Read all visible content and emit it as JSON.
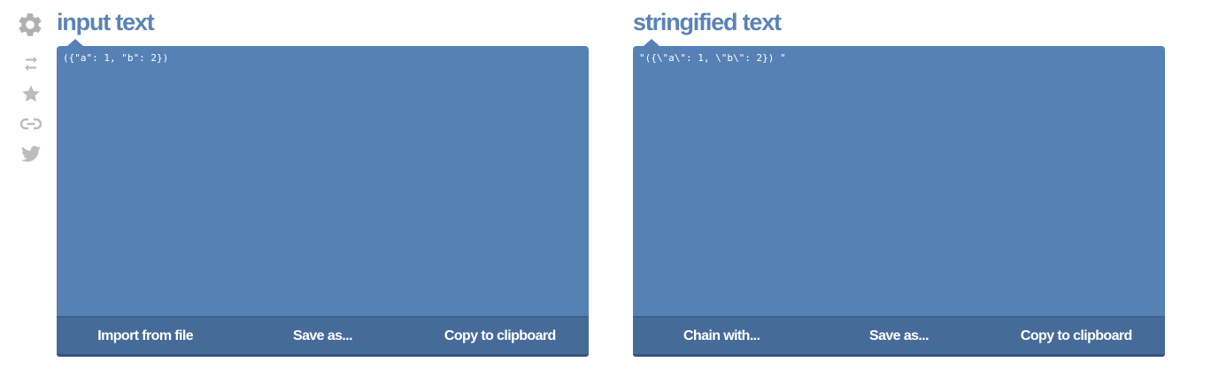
{
  "sidebar": {
    "icons": [
      "gear-icon",
      "swap-icon",
      "star-icon",
      "link-icon",
      "twitter-icon"
    ]
  },
  "input_panel": {
    "title": "input text",
    "content": "({\"a\": 1, \"b\": 2})",
    "buttons": [
      "Import from file",
      "Save as...",
      "Copy to clipboard"
    ]
  },
  "output_panel": {
    "title": "stringified text",
    "content": "\"({\\\"a\\\": 1, \\\"b\\\": 2}) \"",
    "buttons": [
      "Chain with...",
      "Save as...",
      "Copy to clipboard"
    ]
  },
  "colors": {
    "title": "#5b83b5",
    "editor_bg": "#5581b5",
    "toolbar_bg": "#476b99",
    "icon": "#b9b9b9"
  }
}
